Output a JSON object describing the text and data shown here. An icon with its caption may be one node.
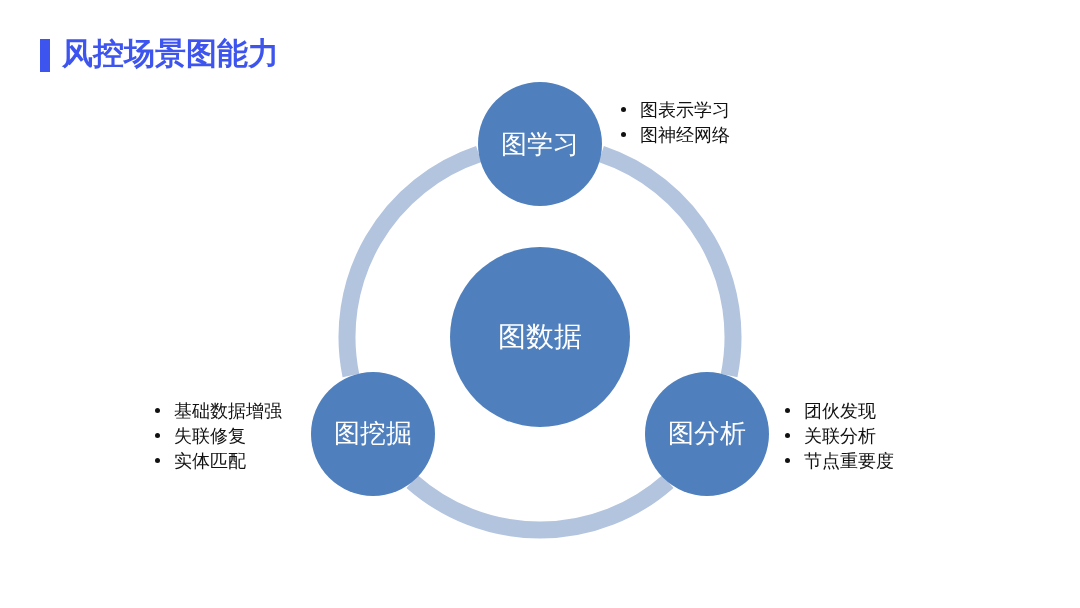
{
  "diagram": {
    "title": "风控场景图能力",
    "nodes": [
      {
        "text": [
          "图学习"
        ],
        "beside": [
          "图表示学习",
          "图神经网络"
        ]
      },
      {
        "text": [
          "图数据"
        ]
      },
      {
        "text": [
          "图挖掘"
        ],
        "beside": [
          "基础数据增强",
          "失联修复",
          "实体匹配"
        ]
      },
      {
        "text": [
          "图分析"
        ],
        "beside": [
          "团伙发现",
          "关联分析",
          "节点重要度"
        ]
      }
    ],
    "edges": [
      {
        "from": 0,
        "to": 3,
        "arrow": "none"
      },
      {
        "from": 3,
        "to": 2,
        "arrow": "none"
      },
      {
        "from": 2,
        "to": 0,
        "arrow": "none"
      }
    ]
  }
}
